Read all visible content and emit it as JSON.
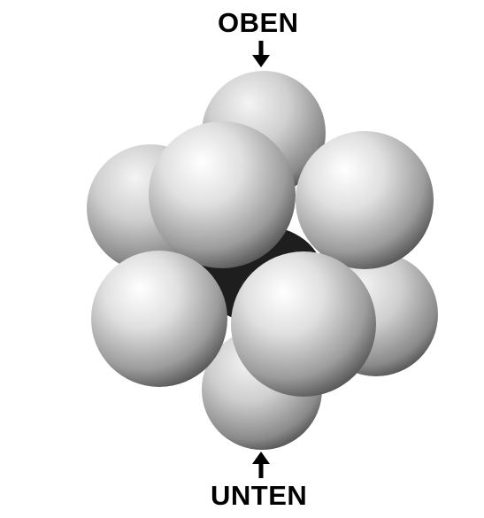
{
  "labels": {
    "top": "OBEN",
    "bottom": "UNTEN"
  },
  "icons": {
    "top_arrow": "arrow-down-icon",
    "bottom_arrow": "arrow-up-icon"
  },
  "colors": {
    "text": "#000000",
    "sphere_highlight": "#ffffff",
    "sphere_mid": "#b4b4b4",
    "sphere_shadow": "#3c3c3c"
  },
  "spheres": [
    {
      "id": "back-top"
    },
    {
      "id": "back-left"
    },
    {
      "id": "back-right"
    },
    {
      "id": "back-bottom"
    },
    {
      "id": "upper-right"
    },
    {
      "id": "upper-left"
    },
    {
      "id": "lower-left"
    },
    {
      "id": "lower-bottom"
    },
    {
      "id": "lower-center"
    }
  ]
}
